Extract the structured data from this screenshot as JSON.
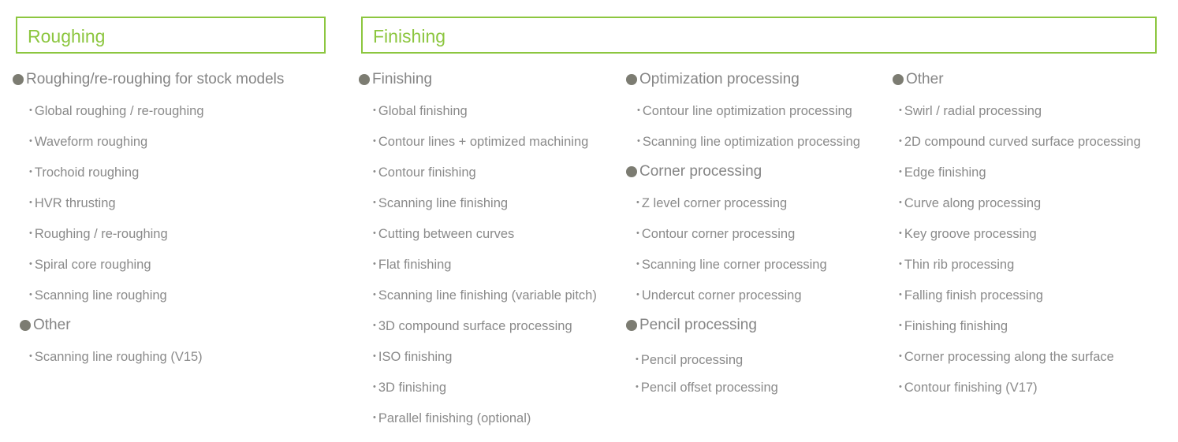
{
  "roughing": {
    "title": "Roughing",
    "group1": {
      "heading": "Roughing/re-roughing for stock models",
      "items": [
        "Global roughing / re-roughing",
        "Waveform roughing",
        "Trochoid roughing",
        "HVR thrusting",
        "Roughing / re-roughing",
        "Spiral core roughing",
        "Scanning line roughing"
      ]
    },
    "group2": {
      "heading": "Other",
      "items": [
        "Scanning line roughing (V15)"
      ]
    }
  },
  "finishing": {
    "title": "Finishing",
    "col1": {
      "heading": "Finishing",
      "items": [
        "Global finishing",
        "Contour lines + optimized machining",
        "Contour finishing",
        "Scanning line finishing",
        "Cutting between curves",
        "Flat finishing",
        "Scanning line finishing (variable pitch)",
        "3D compound surface processing",
        "ISO finishing",
        "3D finishing",
        "Parallel finishing (optional)"
      ]
    },
    "col2": {
      "optimization": {
        "heading": "Optimization processing",
        "items": [
          "Contour line optimization processing",
          "Scanning line optimization processing"
        ]
      },
      "corner": {
        "heading": "Corner processing",
        "items": [
          "Z level corner processing",
          "Contour corner processing",
          "Scanning line corner processing",
          "Undercut corner processing"
        ]
      },
      "pencil": {
        "heading": "Pencil processing",
        "items": [
          "Pencil processing",
          "Pencil offset processing"
        ]
      }
    },
    "col3": {
      "heading": "Other",
      "items": [
        "Swirl / radial processing",
        "2D compound curved surface processing",
        "Edge finishing",
        "Curve along processing",
        "Key groove processing",
        "Thin rib processing",
        "Falling finish processing",
        "Finishing finishing",
        "Corner processing along the surface",
        "Contour finishing (V17)"
      ]
    }
  },
  "colors": {
    "accent": "#8cc63f",
    "bullet": "#7c7c72",
    "text": "#8a8a8a"
  }
}
